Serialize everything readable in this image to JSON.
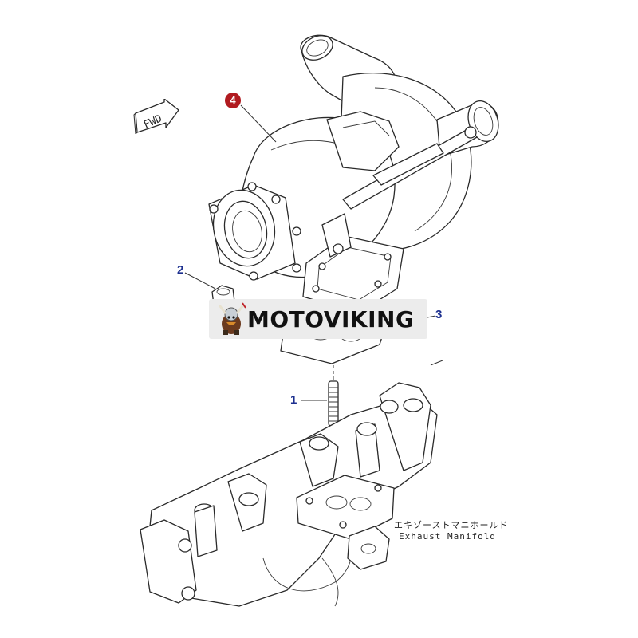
{
  "labels": {
    "part_1": "1",
    "part_2": "2",
    "part_3": "3",
    "part_4": "4"
  },
  "direction": "FWD",
  "caption_jp": "エキゾーストマニホールド",
  "caption_en": "Exhaust Manifold",
  "watermark": "MOTOVIKING",
  "colors": {
    "label_blue": "#1c2f8f",
    "badge_red": "#b11b20",
    "line": "#2a2a2a",
    "watermark_bg": "#ececec"
  }
}
